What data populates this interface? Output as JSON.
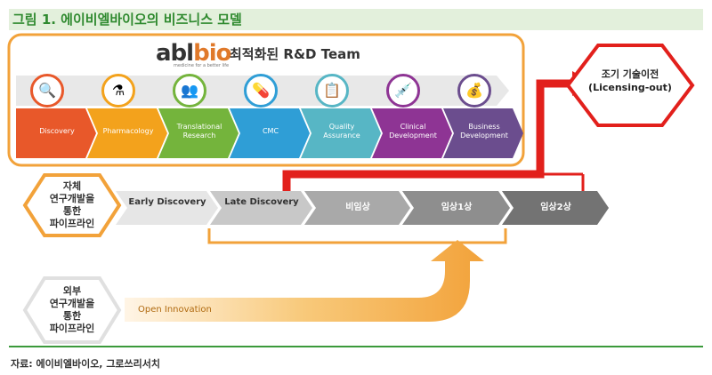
{
  "title": "그림 1. 에이비엘바이오의 비즈니스 모델",
  "logo": {
    "main": "abl",
    "accent": "bio",
    "tagline": "medicine for a better life"
  },
  "team_title": "최적화된 R&D Team",
  "rnd_steps": [
    {
      "label": "Discovery",
      "color": "#e8582a",
      "icon": "magnifier-icon",
      "glyph": "🔍"
    },
    {
      "label": "Pharmacology",
      "color": "#f3a21c",
      "icon": "lab-flask-icon",
      "glyph": "⚗"
    },
    {
      "label": "Translational Research",
      "color": "#74b43c",
      "icon": "people-research-icon",
      "glyph": "👥"
    },
    {
      "label": "CMC",
      "color": "#2f9ed6",
      "icon": "pills-icon",
      "glyph": "💊"
    },
    {
      "label": "Quality Assurance",
      "color": "#57b6c5",
      "icon": "document-check-icon",
      "glyph": "📋"
    },
    {
      "label": "Clinical Development",
      "color": "#8e3494",
      "icon": "iv-drip-icon",
      "glyph": "💉"
    },
    {
      "label": "Business Development",
      "color": "#6b4d8e",
      "icon": "money-brain-icon",
      "glyph": "💰"
    }
  ],
  "internal_pipeline_label": "자체\n연구개발을\n통한\n파이프라인",
  "external_pipeline_label": "외부\n연구개발을\n통한\n파이프라인",
  "stages": [
    "Early Discovery",
    "Late Discovery",
    "비임상",
    "임상1상",
    "임상2상"
  ],
  "licensing_label": "조기 기술이전\n(Licensing-out)",
  "open_innovation_label": "Open Innovation",
  "source": "자료: 에이비엘바이오, 그로쓰리서치",
  "colors": {
    "accent_orange": "#f2a23a",
    "arrow_red": "#e2201c",
    "title_green": "#2f8a2f"
  }
}
